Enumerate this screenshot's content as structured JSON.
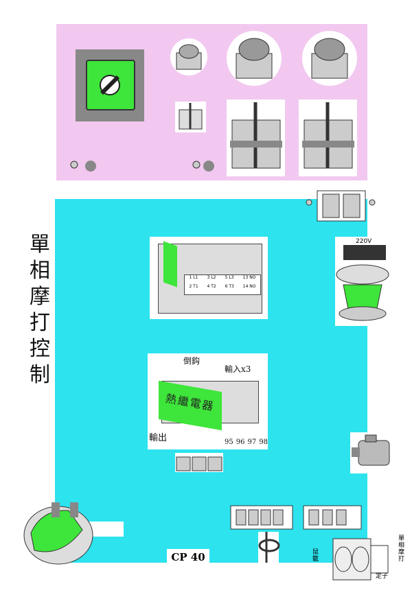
{
  "title": "單相摩打控制",
  "thermal_relay": {
    "name": "熱繼電器",
    "reset_label": "倒鈎",
    "input_label": "輸入x3",
    "output_label": "輸出",
    "terminals": [
      "95",
      "96",
      "97",
      "98"
    ]
  },
  "contactor": {
    "terminals_top": [
      "1 L1",
      "3 L2",
      "5 L3",
      "13 NO"
    ],
    "terminals_bottom": [
      "2 T1",
      "4 T2",
      "6 T3",
      "14 NO"
    ]
  },
  "lamp_voltage": "220V",
  "panel_code": "CP 40",
  "motor_diagram": {
    "rotor_label": "鼠籠",
    "motor_label": "單相摩打",
    "stator_label": "定子"
  },
  "colors": {
    "panel": "#f2c8f0",
    "board": "#2ce3ee",
    "highlight": "#3ee53a"
  }
}
